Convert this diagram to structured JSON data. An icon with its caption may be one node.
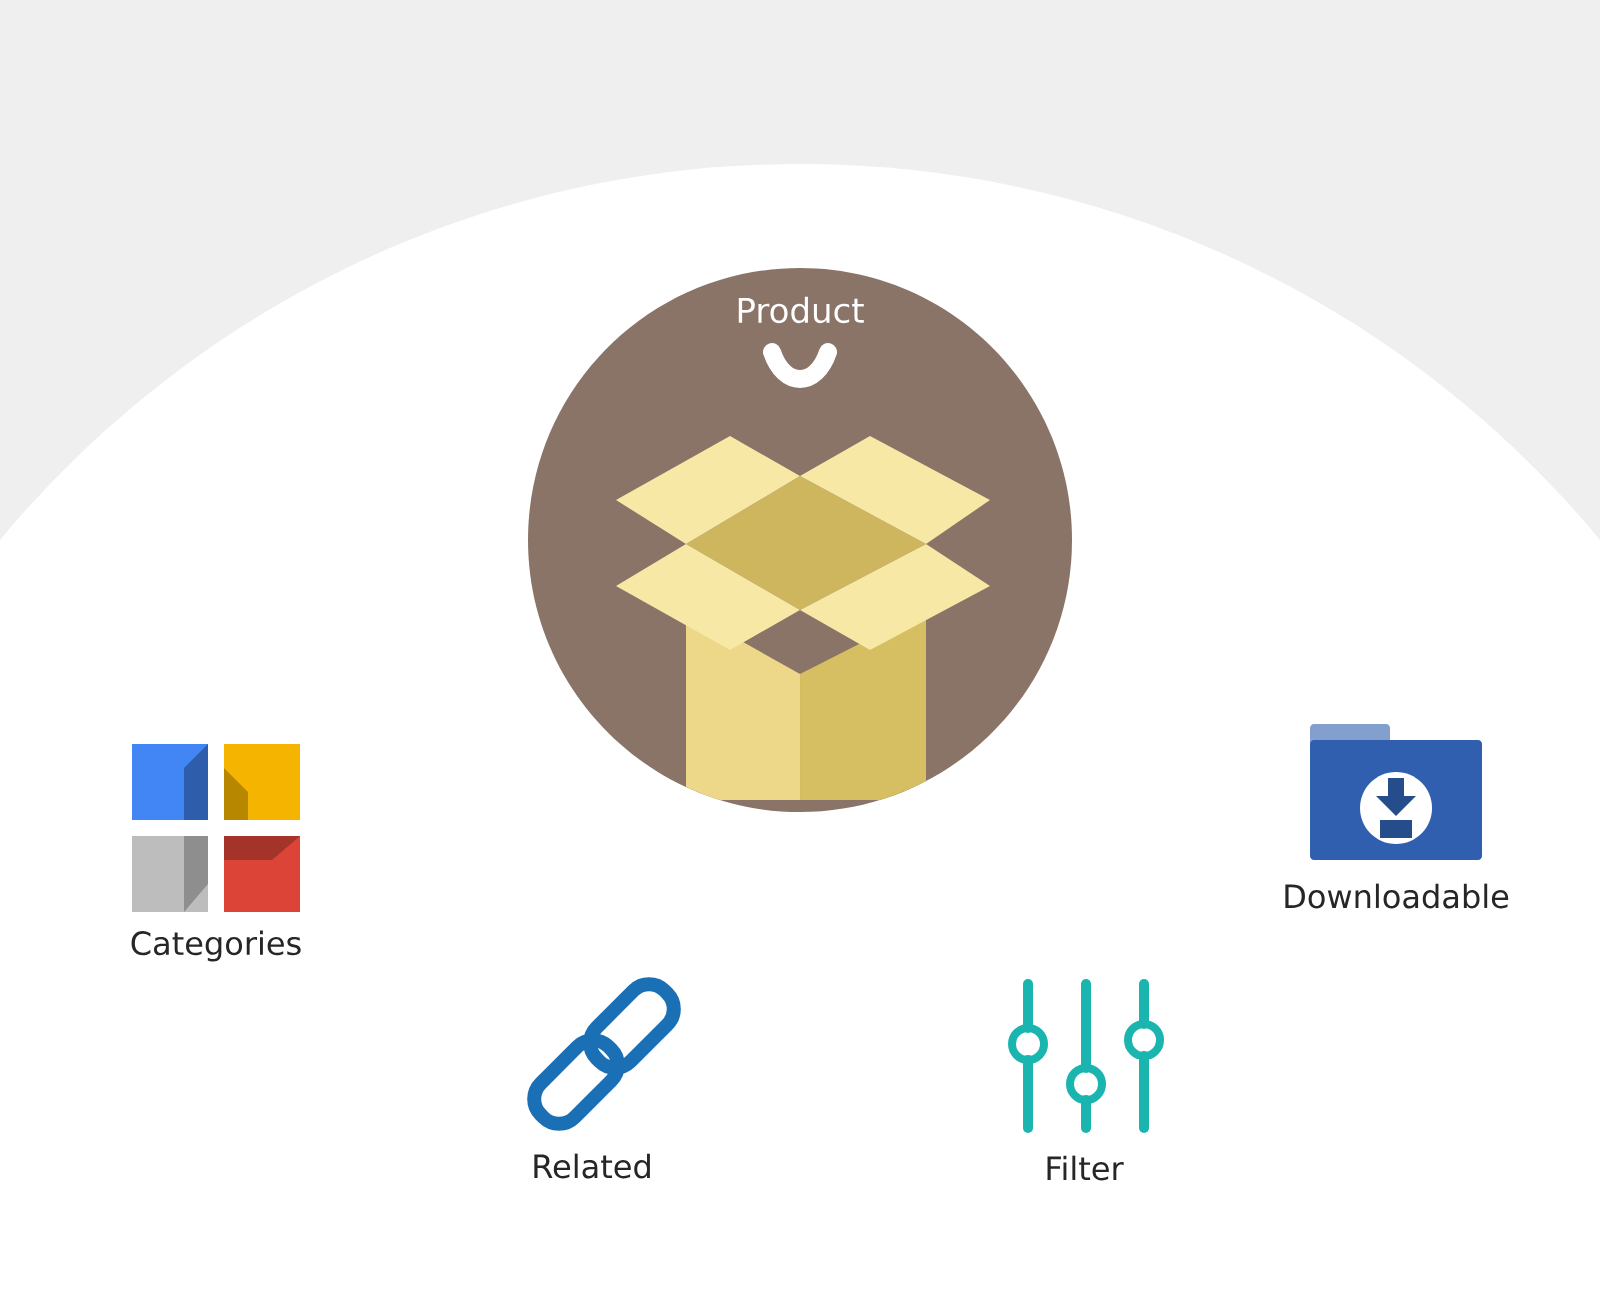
{
  "diagram": {
    "nodes": [
      {
        "text": [
          "Product"
        ]
      },
      {
        "text": [
          "Categories"
        ]
      },
      {
        "text": [
          "Downloadable"
        ]
      },
      {
        "text": [
          "Related"
        ]
      },
      {
        "text": [
          "Filter"
        ]
      }
    ]
  }
}
